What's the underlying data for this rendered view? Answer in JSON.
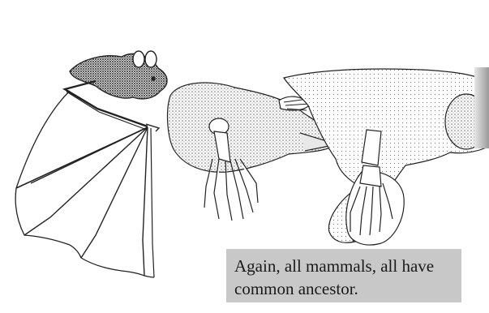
{
  "scene": {
    "subjects": [
      "bat-wing-skeleton",
      "mole-forelimb-skeleton",
      "manatee-flipper-skeleton"
    ]
  },
  "caption": {
    "text": "Again, all mammals, all have common ancestor."
  }
}
